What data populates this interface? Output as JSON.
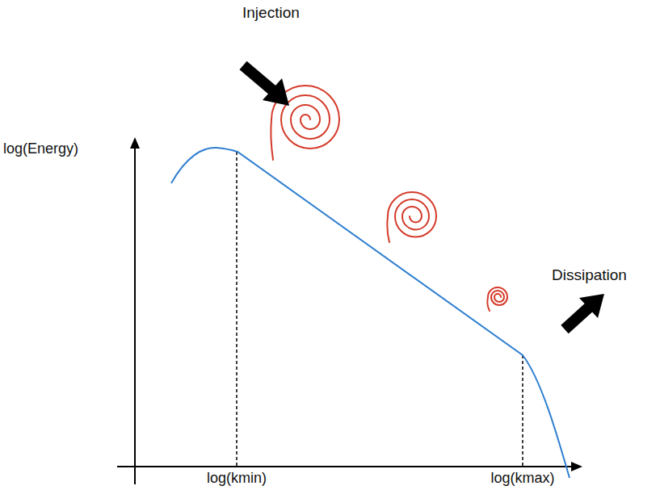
{
  "diagram": {
    "labels": [
      "Injection",
      "log(Energy)",
      "Dissipation",
      "log(kmin)",
      "log(kmax)"
    ]
  }
}
